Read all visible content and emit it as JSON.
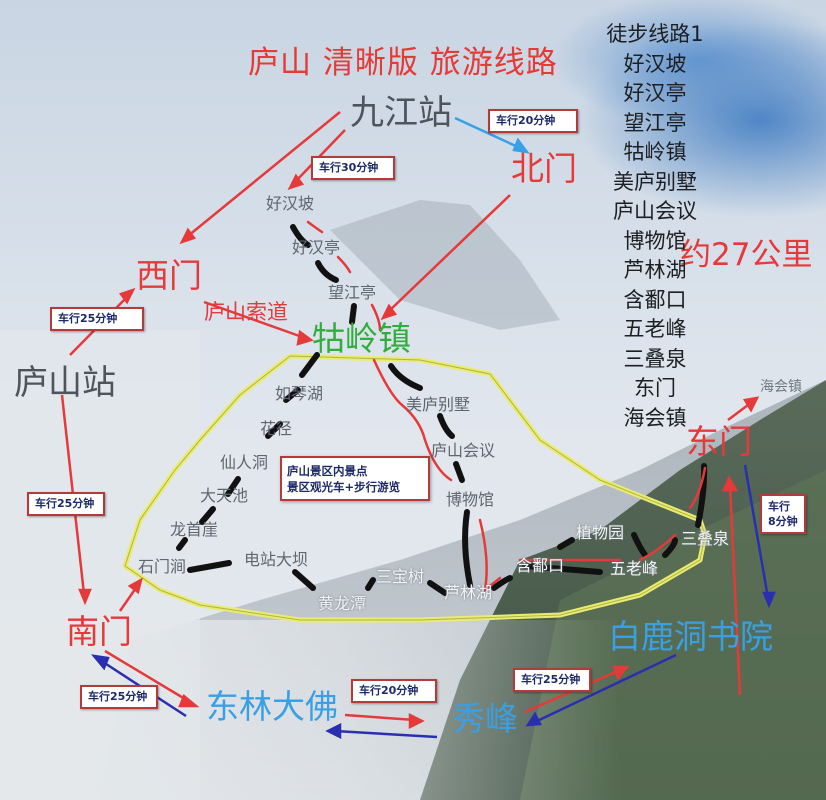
{
  "title": "庐山 清晰版 旅游线路",
  "stations": {
    "jiujiang": "九江站",
    "lushan": "庐山站"
  },
  "gates": {
    "west": "西门",
    "north": "北门",
    "south": "南门",
    "east": "东门",
    "guling": "牯岭镇"
  },
  "blue_places": {
    "donglin": "东林大佛",
    "xiufeng": "秀峰",
    "bailudong": "白鹿洞书院"
  },
  "road_label": "庐山索道",
  "distance": "约27公里",
  "haihui_label": "海会镇",
  "route_list": {
    "heading": "徒步线路1",
    "stops": [
      "好汉坡",
      "好汉亭",
      "望江亭",
      "牯岭镇",
      "美庐别墅",
      "庐山会议",
      "博物馆",
      "芦林湖",
      "含鄱口",
      "五老峰",
      "三叠泉",
      "东门",
      "海会镇"
    ]
  },
  "info_box": {
    "line1": "庐山景区内景点",
    "line2": "景区观光车+步行游览"
  },
  "spots": {
    "haohanpo": "好汉坡",
    "haohanting": "好汉亭",
    "wangjiangting": "望江亭",
    "ruqinhu": "如琴湖",
    "huajing": "花径",
    "xianrendong": "仙人洞",
    "datianchi": "大天池",
    "longshouya": "龙首崖",
    "shimenjian": "石门涧",
    "dianzhandaba": "电站大坝",
    "huanglongtan": "黄龙潭",
    "sanbaoshu": "三宝树",
    "luhu": "芦林湖",
    "hanpokou": "含鄱口",
    "zhiwuyuan": "植物园",
    "wulaofeng": "五老峰",
    "sandiequan": "三叠泉",
    "meilu": "美庐别墅",
    "lushanhuiyi": "庐山会议",
    "bowuguan": "博物馆"
  },
  "badges": {
    "jiujiang_north": "车行20分钟",
    "jiujiang_haohan": "车行30分钟",
    "lushan_west": "车行25分钟",
    "lushan_south": "车行25分钟",
    "south_donglin": "车行25分钟",
    "donglin_xiufeng": "车行20分钟",
    "xiufeng_bailu": "车行25分钟",
    "east_bailu_1": "车行",
    "east_bailu_2": "8分钟"
  },
  "colors": {
    "red": "#e5393a",
    "green": "#2fae3c",
    "blue_text": "#39a0e6",
    "blue_arrow": "#2a2fb0",
    "yellow_loop": "#eef07a",
    "path_black": "#111111"
  }
}
